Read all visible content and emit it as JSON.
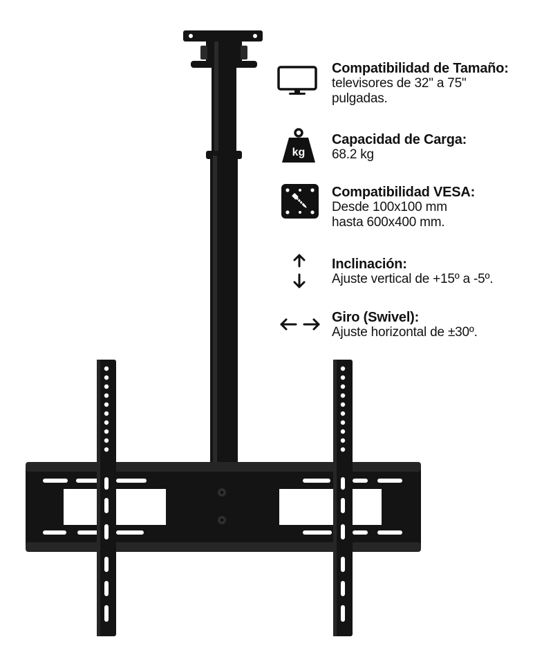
{
  "colors": {
    "mount": "#141414",
    "mount_edge": "#262626",
    "hole": "#ffffff",
    "text": "#111111"
  },
  "features": [
    {
      "icon": "tv-icon",
      "title": "Compatibilidad de Tamaño:",
      "description": "televisores de 32\" a 75\"\npulgadas."
    },
    {
      "icon": "weight-kg-icon",
      "icon_label": "kg",
      "title": "Capacidad de Carga:",
      "description": "68.2 kg"
    },
    {
      "icon": "vesa-pattern-icon",
      "title": "Compatibilidad VESA:",
      "description": "Desde 100x100 mm\nhasta 600x400 mm."
    },
    {
      "icon": "tilt-arrows-icon",
      "title": "Inclinación:",
      "description": "Ajuste vertical de +15º a -5º."
    },
    {
      "icon": "swivel-arrows-icon",
      "title": "Giro (Swivel):",
      "description": "Ajuste horizontal de ±30º."
    }
  ]
}
